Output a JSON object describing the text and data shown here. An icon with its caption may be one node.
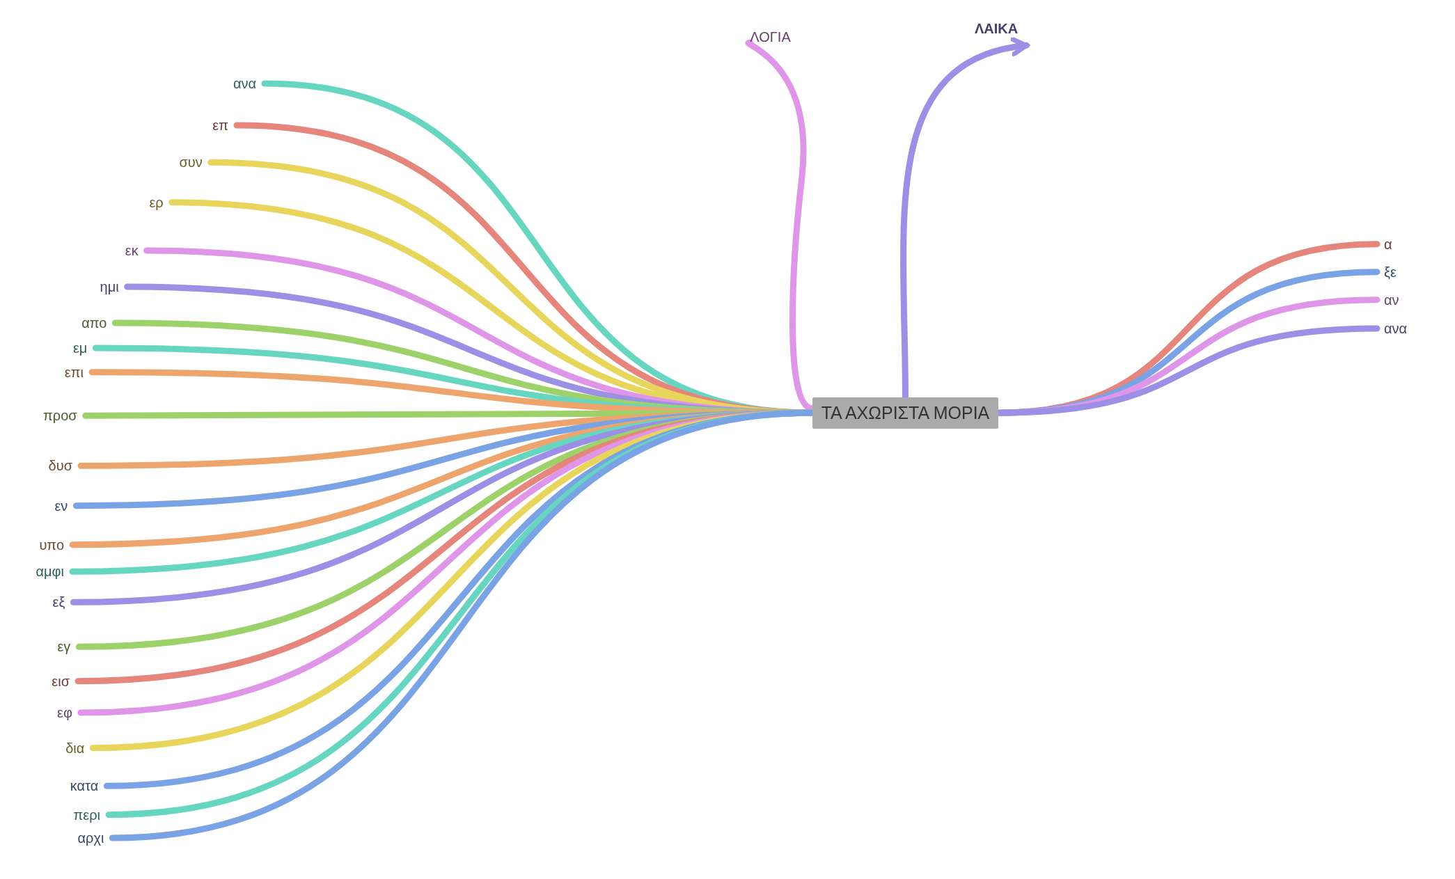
{
  "diagram": {
    "nodes": [
      {
        "text": [
          "ΤΑ ΑΧΩΡΙΣΤΑ ΜΟΡΙΑ"
        ]
      },
      {
        "text": [
          "ΛΟΓΙΑ"
        ]
      },
      {
        "text": [
          "ΛΑΙΚΑ"
        ]
      },
      {
        "text": [
          "ανα"
        ]
      },
      {
        "text": [
          "επ"
        ]
      },
      {
        "text": [
          "συν"
        ]
      },
      {
        "text": [
          "ερ"
        ]
      },
      {
        "text": [
          "εκ"
        ]
      },
      {
        "text": [
          "ημι"
        ]
      },
      {
        "text": [
          "απο"
        ]
      },
      {
        "text": [
          "εμ"
        ]
      },
      {
        "text": [
          "επι"
        ]
      },
      {
        "text": [
          "προσ"
        ]
      },
      {
        "text": [
          "δυσ"
        ]
      },
      {
        "text": [
          "εν"
        ]
      },
      {
        "text": [
          "υπο"
        ]
      },
      {
        "text": [
          "αμφι"
        ]
      },
      {
        "text": [
          "εξ"
        ]
      },
      {
        "text": [
          "εγ"
        ]
      },
      {
        "text": [
          "εισ"
        ]
      },
      {
        "text": [
          "εφ"
        ]
      },
      {
        "text": [
          "δια"
        ]
      },
      {
        "text": [
          "κατα"
        ]
      },
      {
        "text": [
          "περι"
        ]
      },
      {
        "text": [
          "αρχι"
        ]
      },
      {
        "text": [
          "α"
        ]
      },
      {
        "text": [
          "ξε"
        ]
      },
      {
        "text": [
          "αν"
        ]
      },
      {
        "text": [
          "ανα"
        ]
      }
    ],
    "edges": [
      {
        "from": 0,
        "to": 1,
        "arrow": "none",
        "color": "#e096e8"
      },
      {
        "from": 0,
        "to": 2,
        "arrow": "to",
        "color": "#9b8fe6"
      },
      {
        "from": 0,
        "to": 3,
        "arrow": "none",
        "color": "#66d6c0"
      },
      {
        "from": 0,
        "to": 4,
        "arrow": "none",
        "color": "#e5857c"
      },
      {
        "from": 0,
        "to": 5,
        "arrow": "none",
        "color": "#e8d55c"
      },
      {
        "from": 0,
        "to": 6,
        "arrow": "none",
        "color": "#e8d55c"
      },
      {
        "from": 0,
        "to": 7,
        "arrow": "none",
        "color": "#e096e8"
      },
      {
        "from": 0,
        "to": 8,
        "arrow": "none",
        "color": "#9b8fe6"
      },
      {
        "from": 0,
        "to": 9,
        "arrow": "none",
        "color": "#9dd16a"
      },
      {
        "from": 0,
        "to": 10,
        "arrow": "none",
        "color": "#66d6c0"
      },
      {
        "from": 0,
        "to": 11,
        "arrow": "none",
        "color": "#eda56d"
      },
      {
        "from": 0,
        "to": 12,
        "arrow": "none",
        "color": "#9dd16a"
      },
      {
        "from": 0,
        "to": 13,
        "arrow": "none",
        "color": "#eda56d"
      },
      {
        "from": 0,
        "to": 14,
        "arrow": "none",
        "color": "#7aa3e5"
      },
      {
        "from": 0,
        "to": 15,
        "arrow": "none",
        "color": "#eda56d"
      },
      {
        "from": 0,
        "to": 16,
        "arrow": "none",
        "color": "#66d6c0"
      },
      {
        "from": 0,
        "to": 17,
        "arrow": "none",
        "color": "#9b8fe6"
      },
      {
        "from": 0,
        "to": 18,
        "arrow": "none",
        "color": "#9dd16a"
      },
      {
        "from": 0,
        "to": 19,
        "arrow": "none",
        "color": "#e5857c"
      },
      {
        "from": 0,
        "to": 20,
        "arrow": "none",
        "color": "#e096e8"
      },
      {
        "from": 0,
        "to": 21,
        "arrow": "none",
        "color": "#e8d55c"
      },
      {
        "from": 0,
        "to": 22,
        "arrow": "none",
        "color": "#7aa3e5"
      },
      {
        "from": 0,
        "to": 23,
        "arrow": "none",
        "color": "#66d6c0"
      },
      {
        "from": 0,
        "to": 24,
        "arrow": "none",
        "color": "#7aa3e5"
      },
      {
        "from": 0,
        "to": 25,
        "arrow": "none",
        "color": "#e5857c"
      },
      {
        "from": 0,
        "to": 26,
        "arrow": "none",
        "color": "#7aa3e5"
      },
      {
        "from": 0,
        "to": 27,
        "arrow": "none",
        "color": "#e096e8"
      },
      {
        "from": 0,
        "to": 28,
        "arrow": "none",
        "color": "#9b8fe6"
      }
    ]
  }
}
